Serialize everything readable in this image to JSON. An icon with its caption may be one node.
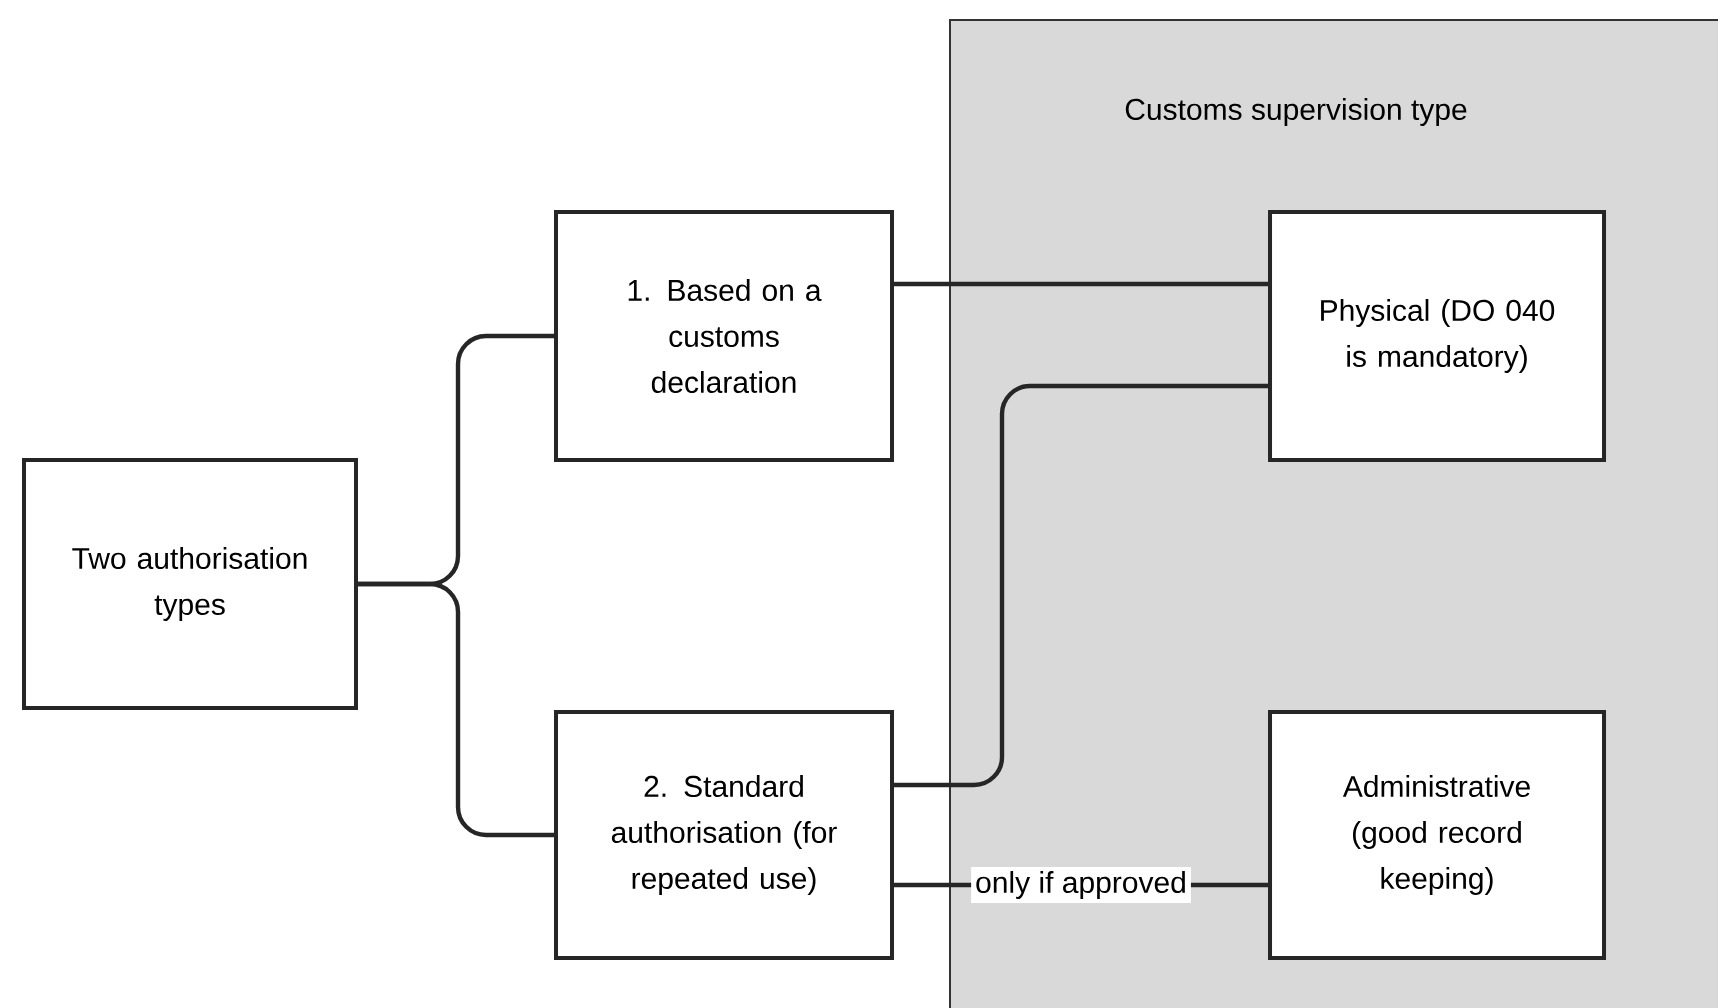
{
  "diagram": {
    "nodes": [
      {
        "text": [
          "Two authorisation types"
        ]
      },
      {
        "text": [
          "1. Based on a customs declaration"
        ]
      },
      {
        "text": [
          "2. Standard authorisation (for repeated use)"
        ]
      },
      {
        "text": [
          "Customs supervision type"
        ]
      },
      {
        "text": [
          "Physical (DO 040 is mandatory)"
        ],
        "in": 3
      },
      {
        "text": [
          "Administrative (good record keeping)"
        ],
        "in": 3
      }
    ],
    "edges": [
      {
        "from": 0,
        "to": 1,
        "arrow": "none"
      },
      {
        "from": 0,
        "to": 2,
        "arrow": "none"
      },
      {
        "from": 1,
        "to": 4,
        "arrow": "none"
      },
      {
        "from": 2,
        "to": 4,
        "arrow": "none"
      },
      {
        "from": 2,
        "to": 5,
        "arrow": "none",
        "label": "only if approved"
      }
    ]
  }
}
